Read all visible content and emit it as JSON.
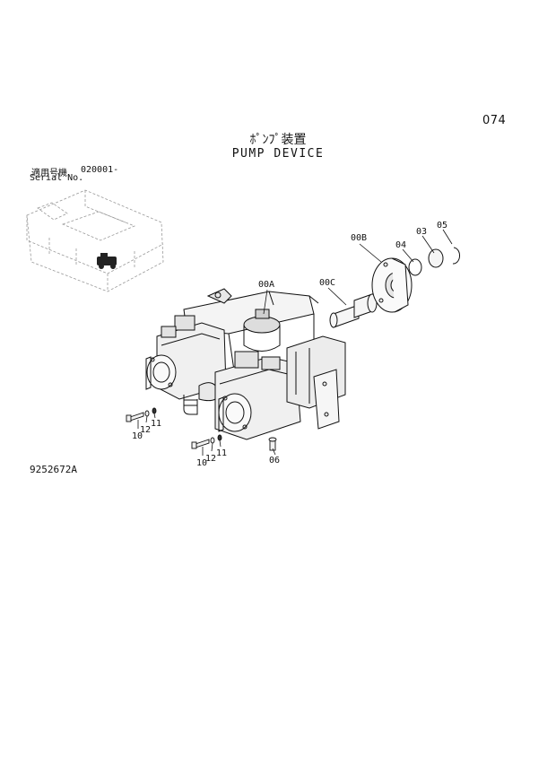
{
  "header": {
    "page_number": "074",
    "title_jp": "ﾎﾟﾝﾌﾟ装置",
    "title_en": "PUMP DEVICE"
  },
  "serial": {
    "label_jp": "適用号機",
    "value": "020001-",
    "label_en": "Serial No."
  },
  "callouts": {
    "c00A": "00A",
    "c00B": "00B",
    "c00C": "00C",
    "c03": "03",
    "c04": "04",
    "c05": "05",
    "c06": "06",
    "c10a": "10",
    "c12a": "12",
    "c11a": "11",
    "c10b": "10",
    "c12b": "12",
    "c11b": "11"
  },
  "footer": {
    "drawing_number": "9252672A"
  }
}
